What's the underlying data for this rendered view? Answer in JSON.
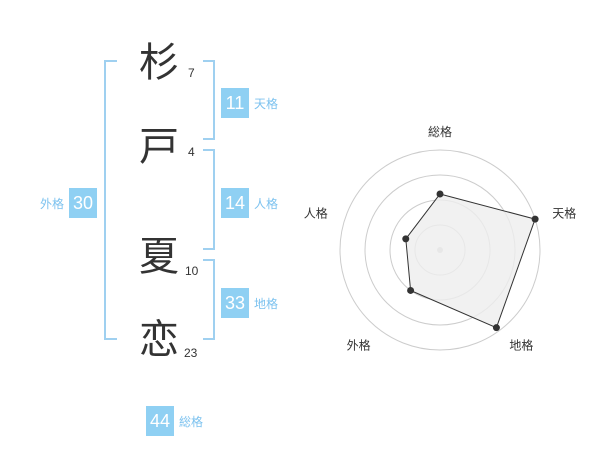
{
  "name_chars": [
    {
      "char": "杉",
      "strokes": "7"
    },
    {
      "char": "戸",
      "strokes": "4"
    },
    {
      "char": "夏",
      "strokes": "10"
    },
    {
      "char": "恋",
      "strokes": "23"
    }
  ],
  "fortunes": {
    "tenkaku": {
      "value": "11",
      "label": "天格"
    },
    "jinkaku": {
      "value": "14",
      "label": "人格"
    },
    "chikaku": {
      "value": "33",
      "label": "地格"
    },
    "gaikaku": {
      "value": "30",
      "label": "外格"
    },
    "soukaku": {
      "value": "44",
      "label": "総格"
    }
  },
  "colors": {
    "accent": "#8fd0f3",
    "bracket": "#9fd0f0",
    "polygon_fill": "#eeeeee",
    "polygon_stroke": "#333333",
    "ring": "#cccccc"
  },
  "chart_data": {
    "type": "radar",
    "axes": [
      "総格",
      "天格",
      "地格",
      "外格",
      "人格"
    ],
    "values": [
      2.8,
      5.0,
      4.8,
      2.5,
      1.8
    ],
    "max": 5,
    "rings": 4
  }
}
